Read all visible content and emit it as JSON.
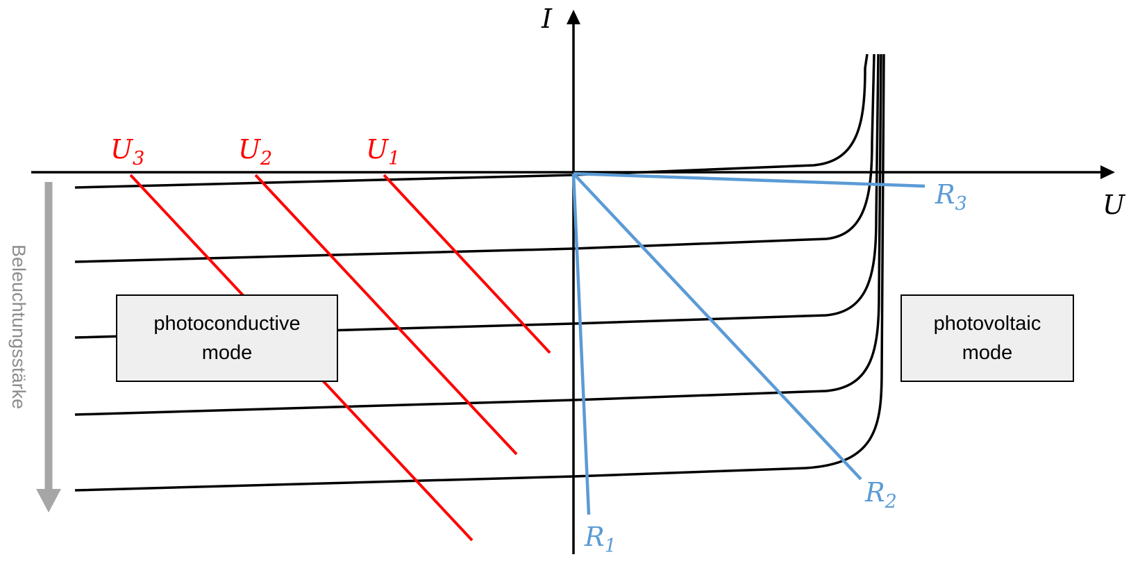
{
  "axes": {
    "x_label": "U",
    "y_label": "I"
  },
  "illumination_label": "Beleuchtungsstärke",
  "boxes": {
    "photoconductive": "photoconductive\nmode",
    "photovoltaic": "photovoltaic\nmode"
  },
  "voltage_lines": [
    {
      "base": "U",
      "sub": "1"
    },
    {
      "base": "U",
      "sub": "2"
    },
    {
      "base": "U",
      "sub": "3"
    }
  ],
  "load_lines": [
    {
      "base": "R",
      "sub": "1"
    },
    {
      "base": "R",
      "sub": "2"
    },
    {
      "base": "R",
      "sub": "3"
    }
  ],
  "colors": {
    "curve": "#000000",
    "voltage": "#ff0000",
    "load": "#5b9bd5",
    "arrow": "#a6a6a6",
    "box_fill": "#efefef"
  },
  "curve_count": 5
}
